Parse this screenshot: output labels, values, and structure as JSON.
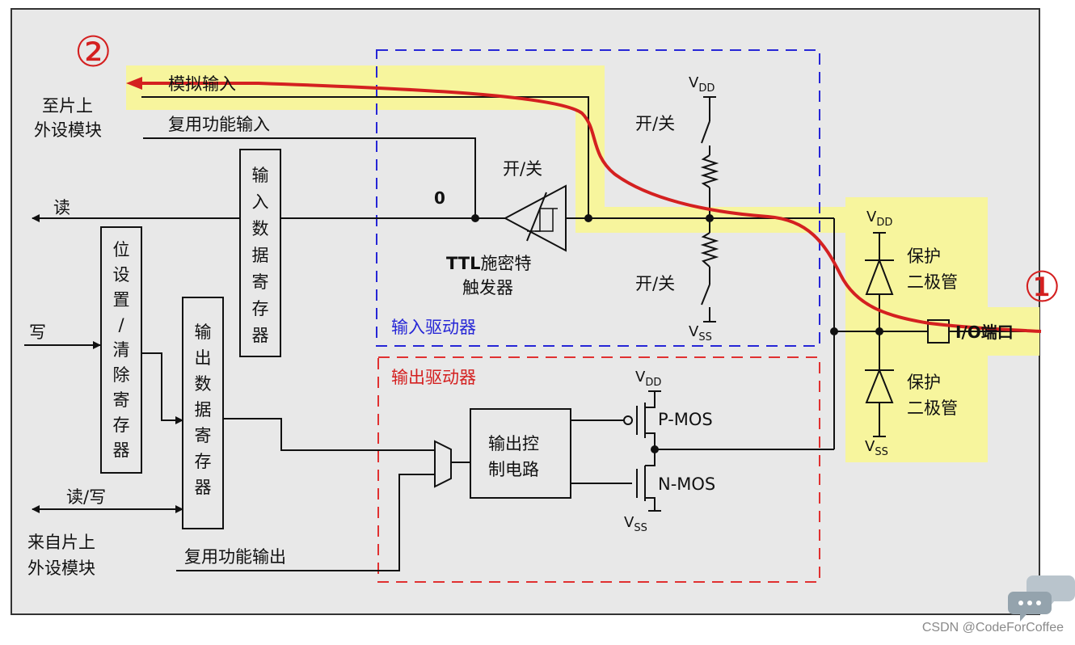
{
  "labels": {
    "marker_2": "②",
    "marker_1": "①",
    "to_chip_line1": "至片上",
    "to_chip_line2": "外设模块",
    "analog_input": "模拟输入",
    "alt_func_input": "复用功能输入",
    "read": "读",
    "write": "写",
    "read_write": "读/写",
    "from_chip_line1": "来自片上",
    "from_chip_line2": "外设模块",
    "alt_func_output": "复用功能输出",
    "zero": "0",
    "switch": "开/关",
    "ttl_prefix": "TTL",
    "ttl_suffix": "施密特",
    "ttl_line2": "触发器",
    "input_driver": "输入驱动器",
    "output_driver": "输出驱动器",
    "protect_line1": "保护",
    "protect_line2": "二极管",
    "io_port": "I/O端口",
    "v": "V",
    "dd": "DD",
    "ss": "SS",
    "pmos": "P-MOS",
    "nmos": "N-MOS",
    "output_control_line1": "输出控",
    "output_control_line2": "制电路",
    "bit_set_reset": [
      "位",
      "设",
      "置",
      "/",
      "清",
      "除",
      "寄",
      "存",
      "器"
    ],
    "input_data_reg": [
      "输",
      "入",
      "数",
      "据",
      "寄",
      "存",
      "器"
    ],
    "output_data_reg": [
      "输",
      "出",
      "数",
      "据",
      "寄",
      "存",
      "器"
    ]
  },
  "colors": {
    "highlight": "#f7f59d",
    "signal_path": "#d42020",
    "input_driver_border": "#2626d6",
    "output_driver_border": "#e03030",
    "panel": "#e8e8e8"
  },
  "watermark": "CSDN @CodeForCoffee"
}
